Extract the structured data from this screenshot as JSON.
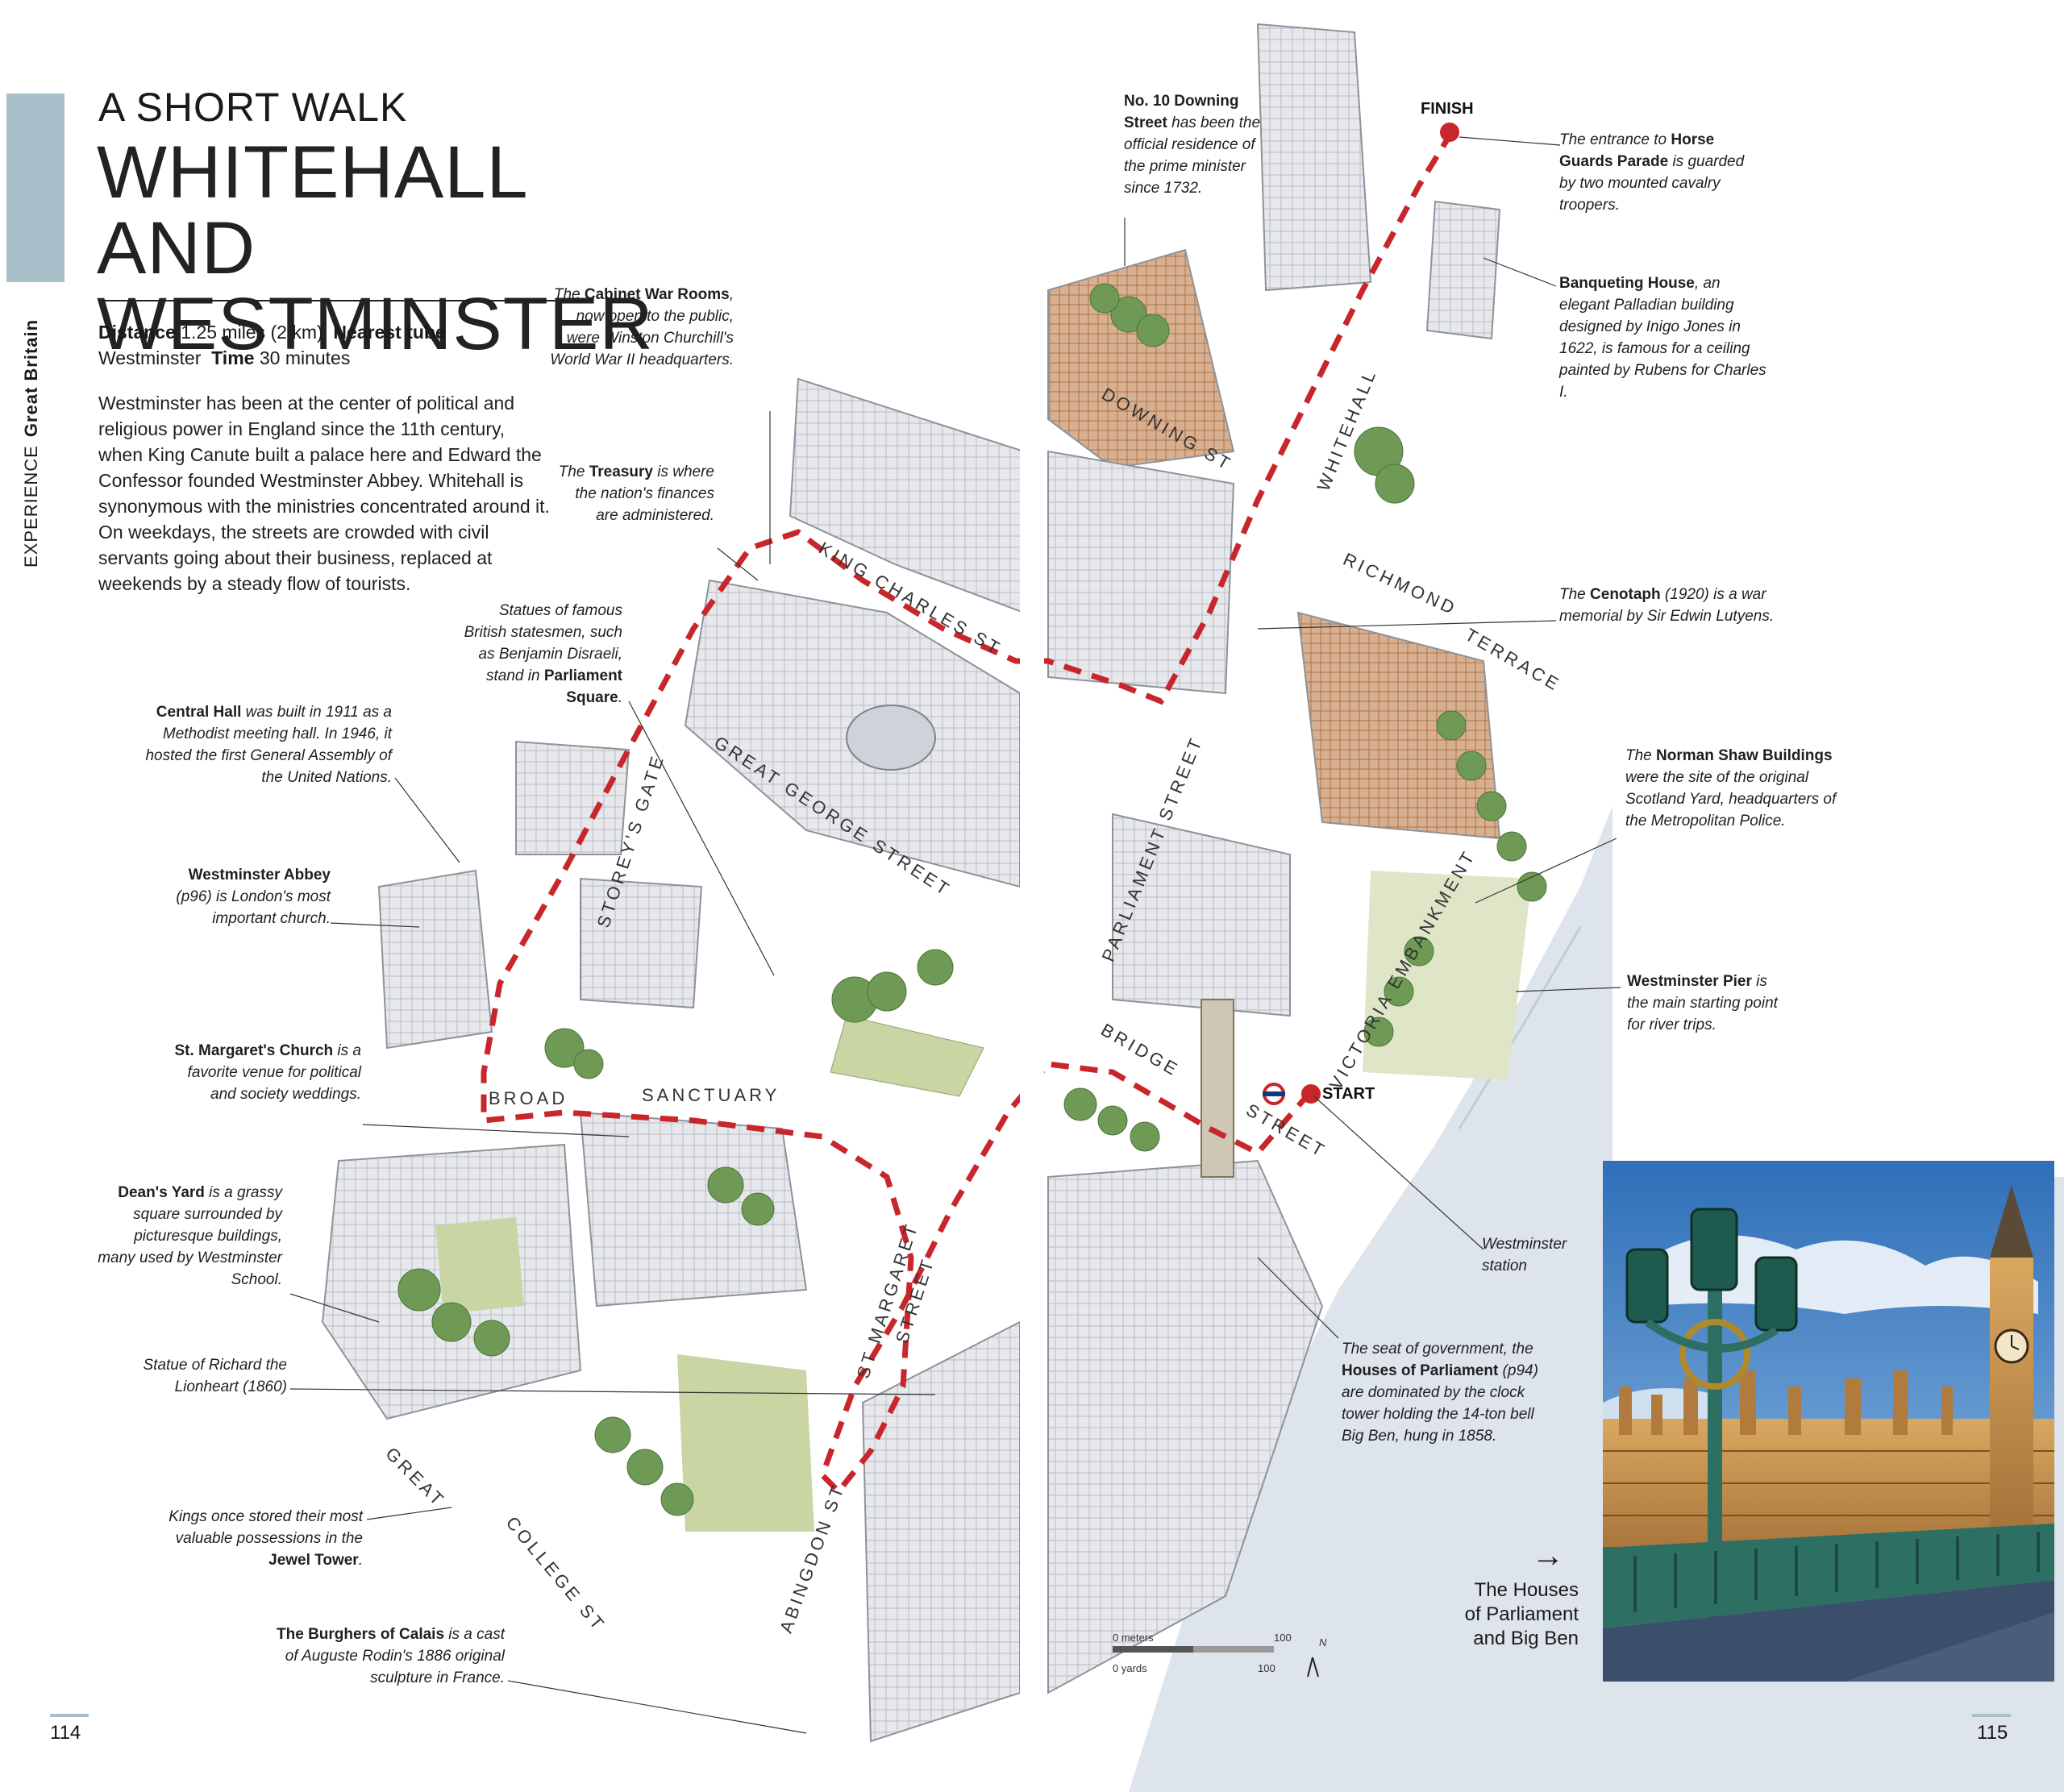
{
  "side": {
    "section": "EXPERIENCE",
    "region": "Great Britain"
  },
  "header": {
    "kicker": "A SHORT WALK",
    "title_line1": "WHITEHALL AND",
    "title_line2": "WESTMINSTER"
  },
  "facts": {
    "distance_label": "Distance",
    "distance_value": "1.25 miles (2 km)",
    "tube_label": "Nearest tube",
    "tube_value": "Westminster",
    "time_label": "Time",
    "time_value": "30 minutes"
  },
  "intro": "Westminster has been at the center of political and religious power in England since the 11th century, when King Canute built a palace here and Edward the Confessor founded Westminster Abbey. Whitehall is synonymous with the ministries concentrated around it. On weekdays, the streets are crowded with civil servants going about their business, replaced at weekends by a steady flow of tourists.",
  "callouts": {
    "cabinet": {
      "pre": "The ",
      "bold": "Cabinet War Rooms",
      "post": ", now open to the public, were Winston Churchill's World War II headquarters."
    },
    "treasury": {
      "pre": "The ",
      "bold": "Treasury",
      "post": " is where the nation's finances are administered."
    },
    "statues": {
      "pre": "Statues of famous British statesmen, such as Benjamin Disraeli, stand in ",
      "bold": "Parliament Square",
      "post": "."
    },
    "central_hall": {
      "bold": "Central Hall",
      "post": " was built in 1911 as a Methodist meeting hall. In 1946, it hosted the first General Assembly of the United Nations."
    },
    "abbey": {
      "bold": "Westminster Abbey",
      "post": " (p96) is London's most important church."
    },
    "margaret": {
      "bold": "St. Margaret's Church",
      "post": " is a favorite venue for political and society weddings."
    },
    "deans": {
      "bold": "Dean's Yard",
      "post": " is a grassy square surrounded by picturesque buildings, many used by Westminster School."
    },
    "richard": {
      "post": "Statue of Richard the Lionheart (1860)"
    },
    "jewel": {
      "pre": "Kings once stored their most valuable possessions in the ",
      "bold": "Jewel Tower",
      "post": "."
    },
    "burghers": {
      "bold": "The Burghers of Calais",
      "post": " is a cast of Auguste Rodin's 1886 original sculpture in France."
    },
    "downing": {
      "bold": "No. 10 Downing Street",
      "post": " has been the official residence of the prime minister since 1732."
    },
    "horse": {
      "pre": "The entrance to ",
      "bold": "Horse Guards Parade",
      "post": " is guarded by two mounted cavalry troopers."
    },
    "banqueting": {
      "bold": "Banqueting House",
      "post": ", an elegant Palladian building designed by Inigo Jones in 1622, is famous for a ceiling painted by Rubens for Charles I."
    },
    "cenotaph": {
      "pre": "The ",
      "bold": "Cenotaph",
      "post": " (1920) is a war memorial by Sir Edwin Lutyens."
    },
    "norman": {
      "pre": "The ",
      "bold": "Norman Shaw Buildings",
      "post": " were the site of the original Scotland Yard, headquarters of the Metropolitan Police."
    },
    "pier": {
      "bold": "Westminster Pier",
      "post": " is the main starting point for river trips."
    },
    "station": {
      "post": "Westminster station"
    },
    "parliament": {
      "pre": "The seat of government, the ",
      "bold": "Houses of Parliament",
      "post": " (p94) are dominated by the clock tower holding the 14-ton bell Big Ben, hung in 1858."
    }
  },
  "streets": {
    "downing": "DOWNING ST",
    "whitehall": "WHITEHALL",
    "king_charles": "KING CHARLES ST",
    "richmond": "RICHMOND",
    "terrace": "TERRACE",
    "parliament": "PARLIAMENT STREET",
    "great_george": "GREAT GEORGE STREET",
    "storeys": "STOREY'S GATE",
    "victoria": "VICTORIA EMBANKMENT",
    "bridge": "BRIDGE",
    "street": "STREET",
    "broad": "BROAD",
    "sanctuary": "SANCTUARY",
    "st_margaret": "ST MARGARET",
    "street2": "STREET",
    "abingdon": "ABINGDON ST",
    "great": "GREAT",
    "college": "COLLEGE ST"
  },
  "markers": {
    "finish": "FINISH",
    "start": "START"
  },
  "scale": {
    "meters": "0 meters",
    "meters_max": "100",
    "yards": "0 yards",
    "yards_max": "100",
    "north": "N"
  },
  "photo_caption": {
    "line1": "The Houses",
    "line2": "of Parliament",
    "line3": "and Big Ben"
  },
  "pages": {
    "left": "114",
    "right": "115"
  },
  "colors": {
    "band": "#a9bfca",
    "route": "#c8262b",
    "river": "#d9e1ea",
    "park": "#c9d6a4",
    "tree": "#6f9a55"
  }
}
